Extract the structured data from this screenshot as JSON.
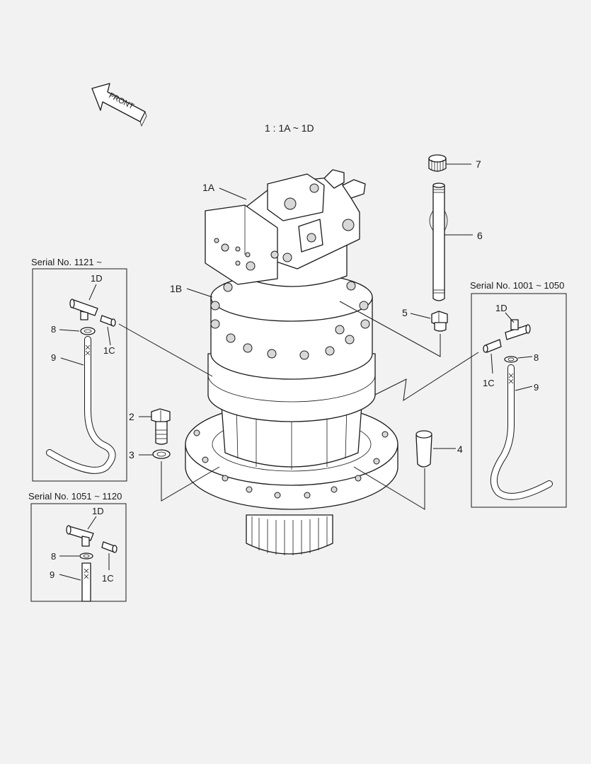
{
  "diagram": {
    "title": "1 : 1A ~ 1D",
    "front_label": "FRONT",
    "callouts": {
      "c1A": "1A",
      "c1B": "1B",
      "c2": "2",
      "c3": "3",
      "c4": "4",
      "c5": "5",
      "c6": "6",
      "c7": "7"
    },
    "inset_1121": {
      "serial": "Serial No. 1121 ~",
      "labels": {
        "d1": "1D",
        "c1": "1C",
        "n8": "8",
        "n9": "9"
      }
    },
    "inset_1051": {
      "serial": "Serial No. 1051 ~ 1120",
      "labels": {
        "d1": "1D",
        "c1": "1C",
        "n8": "8",
        "n9": "9"
      }
    },
    "inset_1001": {
      "serial": "Serial No. 1001 ~ 1050",
      "labels": {
        "d1": "1D",
        "c1": "1C",
        "n8": "8",
        "n9": "9"
      }
    }
  }
}
